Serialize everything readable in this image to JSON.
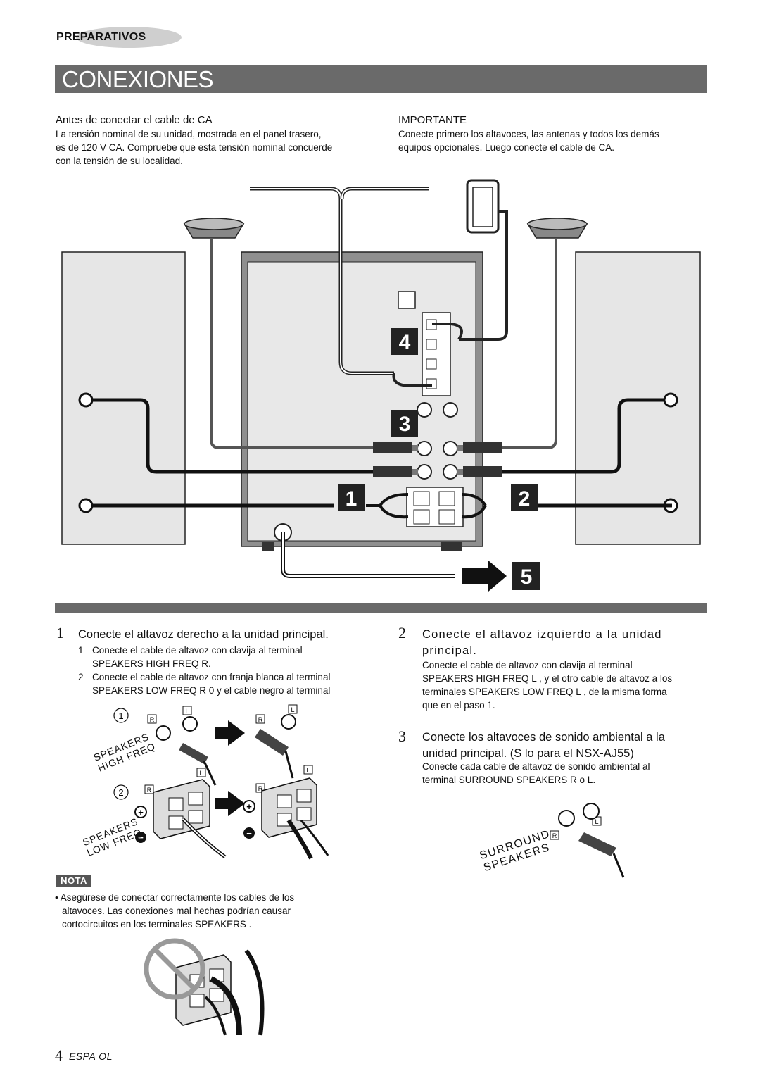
{
  "section_tag": "PREPARATIVOS",
  "title": "CONEXIONES",
  "intro": {
    "left_heading": "Antes de conectar el cable de CA",
    "left_lines": [
      "La tensión nominal de su unidad, mostrada en el panel trasero,",
      "es de 120 V CA. Compruebe que esta tensión nominal concuerde",
      "con la tensión de su localidad."
    ],
    "right_heading": "IMPORTANTE",
    "right_lines": [
      "Conecte primero los altavoces, las antenas y todos los demás",
      "equipos opcionales. Luego conecte el cable de CA."
    ]
  },
  "diagram": {
    "callouts": [
      "1",
      "2",
      "3",
      "4",
      "5"
    ]
  },
  "steps": [
    {
      "number": "1",
      "heading": "Conecte el altavoz derecho a la unidad principal.",
      "items": [
        {
          "n": "1",
          "lines": [
            "Conecte el cable de altavoz con clavija al terminal",
            "SPEAKERS HIGH FREQ R."
          ]
        },
        {
          "n": "2",
          "lines": [
            "Conecte el cable de altavoz con franja blanca al terminal",
            "SPEAKERS LOW FREQ R 0  y el cable negro al terminal"
          ]
        }
      ]
    },
    {
      "number": "2",
      "heading_lines": [
        "Conecte el altavoz izquierdo a la unidad",
        "principal."
      ],
      "lines": [
        "Conecte el cable de altavoz con clavija al terminal",
        "SPEAKERS HIGH FREQ L , y el otro cable de altavoz a los",
        "terminales SPEAKERS LOW FREQ L , de la misma forma",
        "que en el paso 1."
      ]
    },
    {
      "number": "3",
      "heading_lines": [
        "Conecte los altavoces de sonido ambiental a la",
        "unidad principal. (S     lo para el NSX-AJ55)"
      ],
      "lines": [
        "Conecte cada cable de altavoz de sonido ambiental al",
        "terminal SURROUND SPEAKERS R o L."
      ]
    }
  ],
  "illustration_labels": {
    "circle_1": "1",
    "circle_2": "2",
    "r": "R",
    "l": "L",
    "speakers": "SPEAKERS",
    "high_freq": "HIGH FREQ",
    "low_freq": "LOW FREQ",
    "surround": "SURROUND",
    "plus": "+",
    "minus": "−"
  },
  "note": {
    "badge": "NOTA",
    "lines": [
      "• Asegúrese de conectar correctamente los cables de los",
      "altavoces. Las conexiones mal hechas podrían causar",
      "cortocircuitos en los terminales SPEAKERS ."
    ]
  },
  "footer": {
    "page_number": "4",
    "language": "ESPA    OL"
  }
}
